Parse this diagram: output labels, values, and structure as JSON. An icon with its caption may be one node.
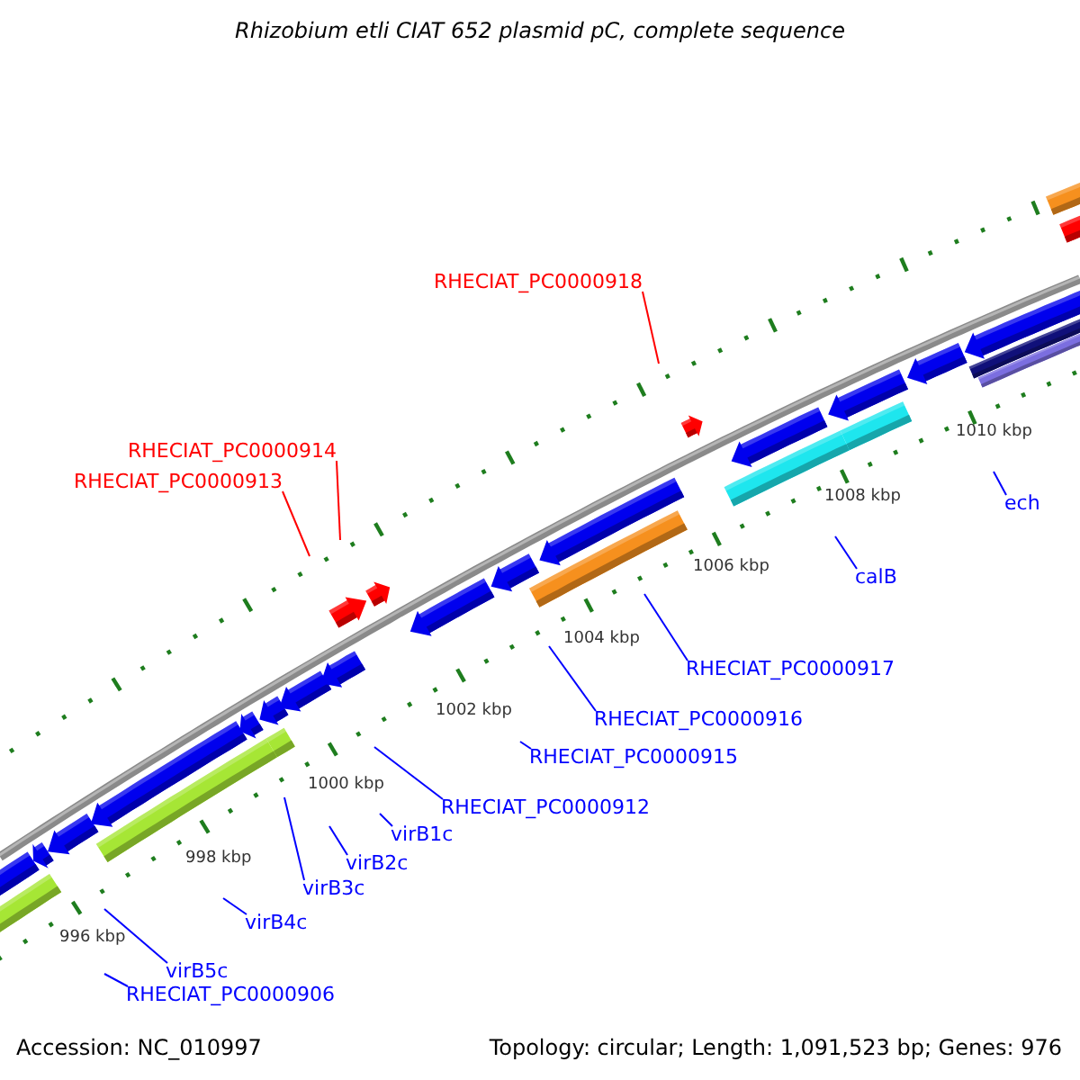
{
  "diagram": {
    "title": "Rhizobium etli CIAT 652 plasmid pC, complete sequence",
    "nodes": [
      {
        "text": [
          "RHECIAT_PC0000918"
        ]
      },
      {
        "text": [
          "RHECIAT_PC0000914"
        ]
      },
      {
        "text": [
          "RHECIAT_PC0000913"
        ]
      },
      {
        "text": [
          "ech"
        ]
      },
      {
        "text": [
          "calB"
        ]
      },
      {
        "text": [
          "RHECIAT_PC0000917"
        ]
      },
      {
        "text": [
          "RHECIAT_PC0000916"
        ]
      },
      {
        "text": [
          "RHECIAT_PC0000915"
        ]
      },
      {
        "text": [
          "RHECIAT_PC0000912"
        ]
      },
      {
        "text": [
          "virB1c"
        ]
      },
      {
        "text": [
          "virB2c"
        ]
      },
      {
        "text": [
          "virB3c"
        ]
      },
      {
        "text": [
          "virB4c"
        ]
      },
      {
        "text": [
          "virB5c"
        ]
      },
      {
        "text": [
          "RHECIAT_PC0000906"
        ]
      }
    ],
    "edges": [
      {
        "from": 0,
        "to": null,
        "arrow": "none",
        "color": "#ff0000"
      },
      {
        "from": 1,
        "to": null,
        "arrow": "none",
        "color": "#ff0000"
      },
      {
        "from": 2,
        "to": null,
        "arrow": "none",
        "color": "#ff0000"
      },
      {
        "from": 3,
        "to": null,
        "arrow": "none"
      },
      {
        "from": 4,
        "to": null,
        "arrow": "none"
      },
      {
        "from": 5,
        "to": null,
        "arrow": "none"
      },
      {
        "from": 6,
        "to": null,
        "arrow": "none"
      },
      {
        "from": 7,
        "to": null,
        "arrow": "none"
      },
      {
        "from": 8,
        "to": null,
        "arrow": "none"
      },
      {
        "from": 9,
        "to": null,
        "arrow": "none"
      },
      {
        "from": 10,
        "to": null,
        "arrow": "none"
      },
      {
        "from": 11,
        "to": null,
        "arrow": "none"
      },
      {
        "from": 12,
        "to": null,
        "arrow": "none"
      },
      {
        "from": 13,
        "to": null,
        "arrow": "none"
      },
      {
        "from": 14,
        "to": null,
        "arrow": "none"
      }
    ],
    "labels": [
      "996 kbp",
      "998 kbp",
      "1000 kbp",
      "1002 kbp",
      "1004 kbp",
      "1006 kbp",
      "1008 kbp",
      "1010 kbp",
      "Accession: NC_010997",
      "Topology: circular; Length: 1,091,523 bp; Genes: 976"
    ]
  }
}
